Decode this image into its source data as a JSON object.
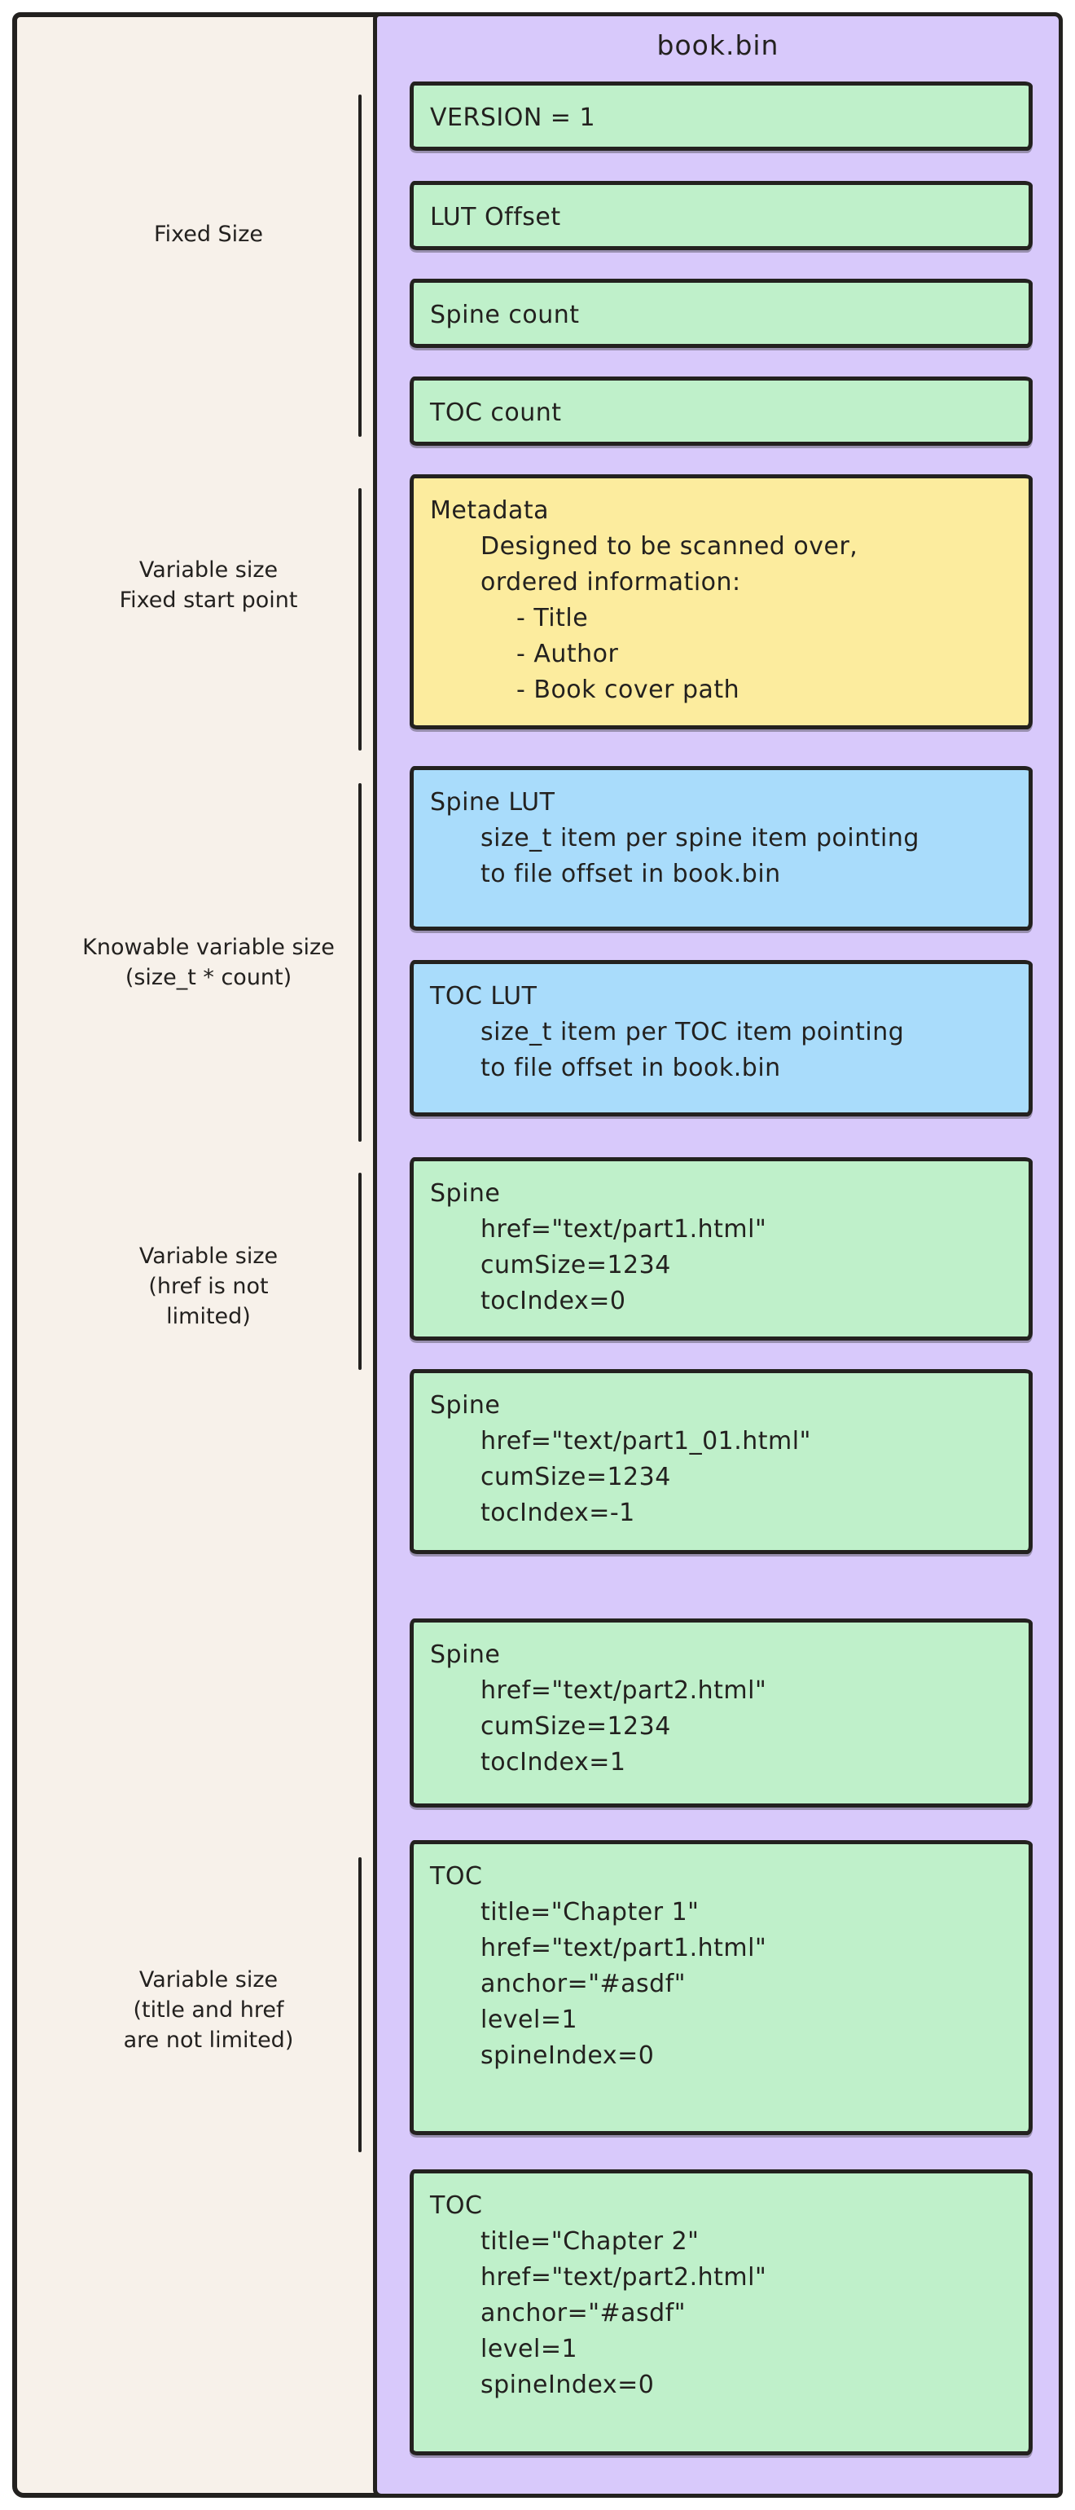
{
  "title": "book.bin",
  "colors": {
    "page_background": "#ffffff",
    "frame_background": "#f7f1ea",
    "container_background": "#d8c9fb",
    "field_green": "#bff0ca",
    "metadata_yellow": "#fcec9e",
    "lut_blue": "#a9dcfb",
    "stroke": "#23211f"
  },
  "rail_labels": [
    {
      "lines": [
        "Fixed Size"
      ]
    },
    {
      "lines": [
        "Variable size",
        "Fixed start point"
      ]
    },
    {
      "lines": [
        "Knowable variable size",
        "(size_t * count)"
      ]
    },
    {
      "lines": [
        "Variable size",
        "(href is not",
        "limited)"
      ]
    },
    {
      "lines": [
        "Variable size",
        "(title and href",
        "are not limited)"
      ]
    }
  ],
  "boxes": [
    {
      "name": "version",
      "color": "green",
      "lines": [
        {
          "text": "VERSION = 1",
          "indent": 0
        }
      ]
    },
    {
      "name": "lut-offset",
      "color": "green",
      "lines": [
        {
          "text": "LUT Offset",
          "indent": 0
        }
      ]
    },
    {
      "name": "spine-count",
      "color": "green",
      "lines": [
        {
          "text": "Spine count",
          "indent": 0
        }
      ]
    },
    {
      "name": "toc-count",
      "color": "green",
      "lines": [
        {
          "text": "TOC count",
          "indent": 0
        }
      ]
    },
    {
      "name": "metadata",
      "color": "yellow",
      "lines": [
        {
          "text": "Metadata",
          "indent": 0
        },
        {
          "text": "Designed to be scanned over,",
          "indent": 1
        },
        {
          "text": "ordered information:",
          "indent": 1
        },
        {
          "text": "- Title",
          "indent": 2
        },
        {
          "text": "- Author",
          "indent": 2
        },
        {
          "text": "- Book cover path",
          "indent": 2
        }
      ]
    },
    {
      "name": "spine-lut",
      "color": "blue",
      "lines": [
        {
          "text": "Spine LUT",
          "indent": 0
        },
        {
          "text": "size_t item per spine item pointing",
          "indent": 1
        },
        {
          "text": "to file offset in book.bin",
          "indent": 1
        }
      ]
    },
    {
      "name": "toc-lut",
      "color": "blue",
      "lines": [
        {
          "text": "TOC LUT",
          "indent": 0
        },
        {
          "text": "size_t item per TOC item pointing",
          "indent": 1
        },
        {
          "text": "to file offset in book.bin",
          "indent": 1
        }
      ]
    },
    {
      "name": "spine-1",
      "color": "green",
      "lines": [
        {
          "text": "Spine",
          "indent": 0
        },
        {
          "text": "href=\"text/part1.html\"",
          "indent": 1
        },
        {
          "text": "cumSize=1234",
          "indent": 1
        },
        {
          "text": "tocIndex=0",
          "indent": 1
        }
      ]
    },
    {
      "name": "spine-2",
      "color": "green",
      "lines": [
        {
          "text": "Spine",
          "indent": 0
        },
        {
          "text": "href=\"text/part1_01.html\"",
          "indent": 1
        },
        {
          "text": "cumSize=1234",
          "indent": 1
        },
        {
          "text": "tocIndex=-1",
          "indent": 1
        }
      ]
    },
    {
      "name": "spine-3",
      "color": "green",
      "lines": [
        {
          "text": "Spine",
          "indent": 0
        },
        {
          "text": "href=\"text/part2.html\"",
          "indent": 1
        },
        {
          "text": "cumSize=1234",
          "indent": 1
        },
        {
          "text": "tocIndex=1",
          "indent": 1
        }
      ]
    },
    {
      "name": "toc-1",
      "color": "green",
      "lines": [
        {
          "text": "TOC",
          "indent": 0
        },
        {
          "text": "title=\"Chapter 1\"",
          "indent": 1
        },
        {
          "text": "href=\"text/part1.html\"",
          "indent": 1
        },
        {
          "text": "anchor=\"#asdf\"",
          "indent": 1
        },
        {
          "text": "level=1",
          "indent": 1
        },
        {
          "text": "spineIndex=0",
          "indent": 1
        }
      ]
    },
    {
      "name": "toc-2",
      "color": "green",
      "lines": [
        {
          "text": "TOC",
          "indent": 0
        },
        {
          "text": "title=\"Chapter 2\"",
          "indent": 1
        },
        {
          "text": "href=\"text/part2.html\"",
          "indent": 1
        },
        {
          "text": "anchor=\"#asdf\"",
          "indent": 1
        },
        {
          "text": "level=1",
          "indent": 1
        },
        {
          "text": "spineIndex=0",
          "indent": 1
        }
      ]
    }
  ]
}
